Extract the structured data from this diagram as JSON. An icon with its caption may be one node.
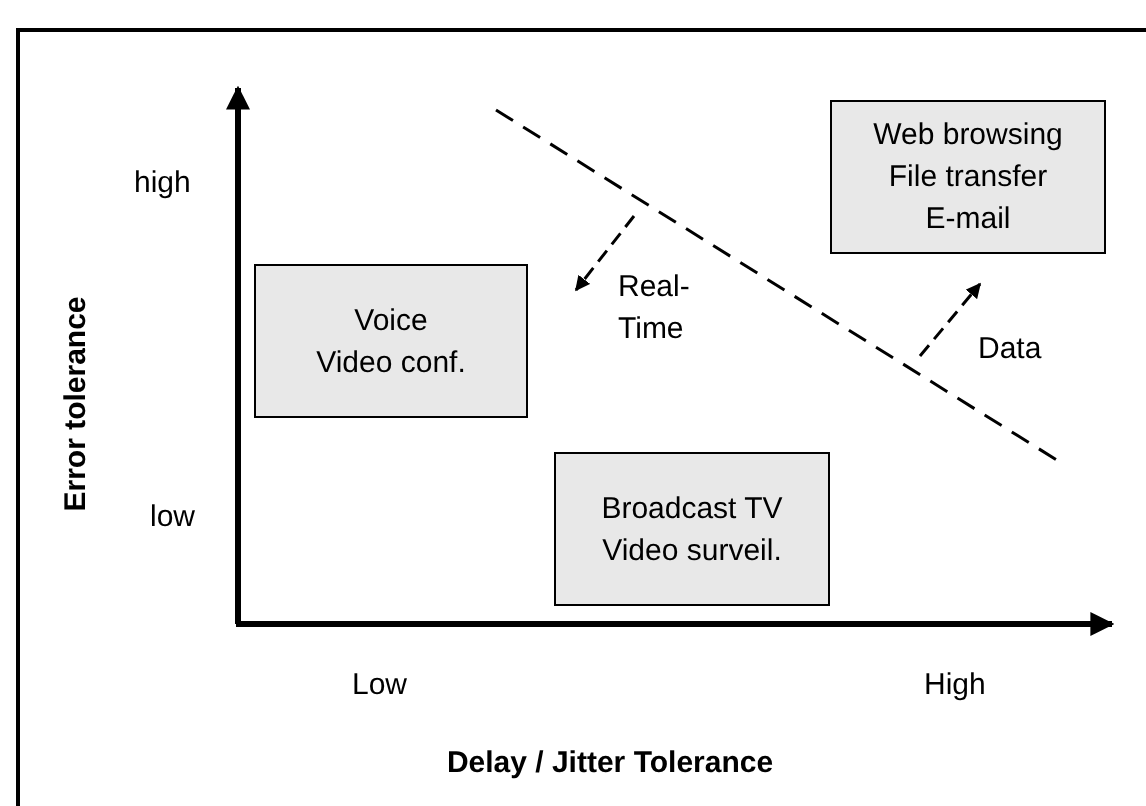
{
  "diagram": {
    "nodes": [
      {
        "text": [
          "Web browsing",
          "File transfer",
          "E-mail"
        ]
      },
      {
        "text": [
          "Voice",
          "Video conf."
        ]
      },
      {
        "text": [
          "Broadcast TV",
          "Video surveil."
        ]
      }
    ],
    "labels": [
      "high",
      "Real-Time",
      "Data",
      "Error tolerance",
      "low",
      "Low",
      "High",
      "Delay / Jitter Tolerance"
    ]
  }
}
